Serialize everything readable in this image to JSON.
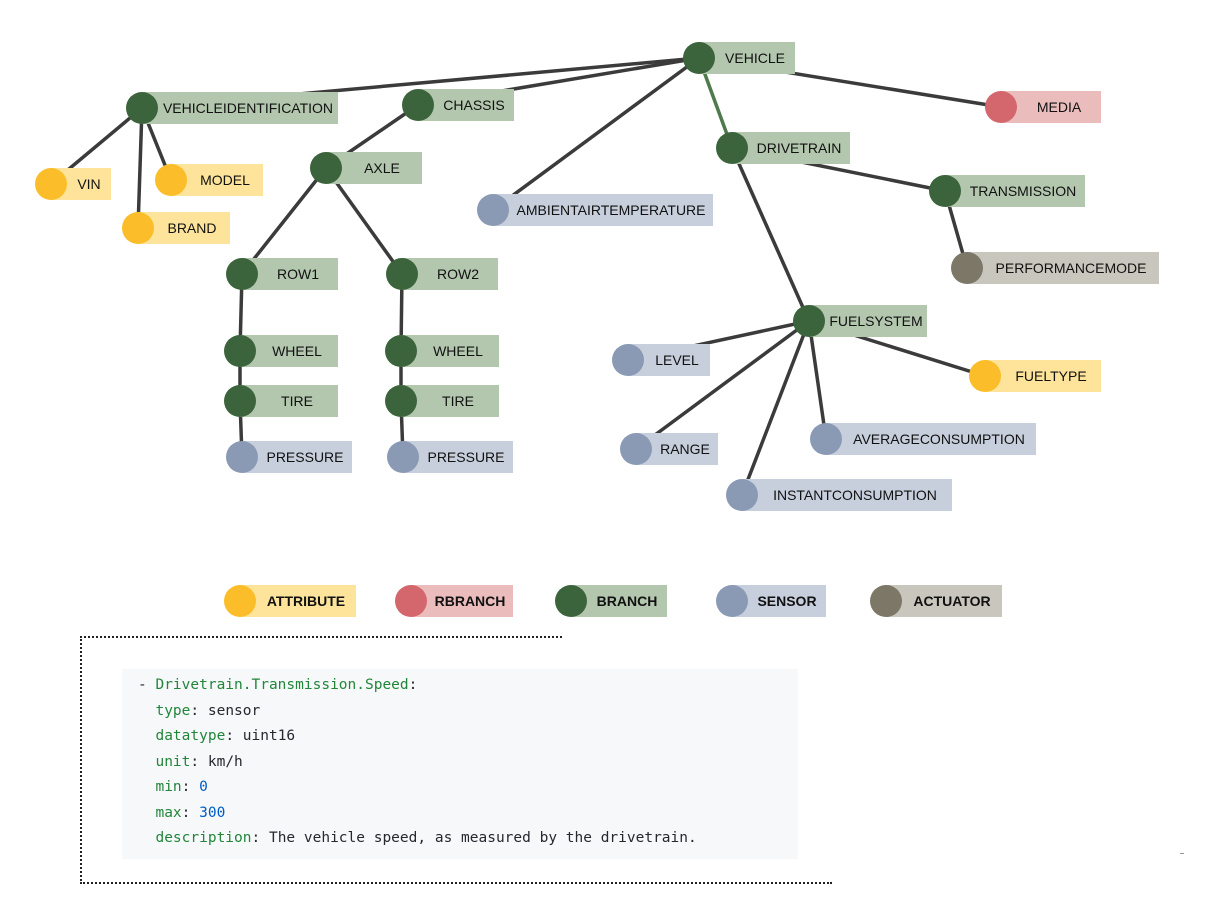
{
  "colors": {
    "attribute": {
      "dot": "#fbbe2a",
      "bg": "#fde49a"
    },
    "rbranch": {
      "dot": "#d4676d",
      "bg": "#ebbcbc"
    },
    "branch": {
      "dot": "#3c643c",
      "bg": "#b3c6ae"
    },
    "sensor": {
      "dot": "#8a9ab5",
      "bg": "#c7cfdc"
    },
    "actuator": {
      "dot": "#7c7767",
      "bg": "#c8c6bd"
    },
    "edge": "#3b3b3b",
    "edge_highlight": "#4e7a4e"
  },
  "tree": {
    "nodes": [
      {
        "id": "vehicle",
        "label": "VEHICLE",
        "type": "branch"
      },
      {
        "id": "vehicleidentification",
        "label": "VEHICLEIDENTIFICATION",
        "type": "branch"
      },
      {
        "id": "chassis",
        "label": "CHASSIS",
        "type": "branch"
      },
      {
        "id": "media",
        "label": "MEDIA",
        "type": "rbranch"
      },
      {
        "id": "vin",
        "label": "VIN",
        "type": "attribute"
      },
      {
        "id": "model",
        "label": "MODEL",
        "type": "attribute"
      },
      {
        "id": "brand",
        "label": "BRAND",
        "type": "attribute"
      },
      {
        "id": "axle",
        "label": "AXLE",
        "type": "branch"
      },
      {
        "id": "ambientairtemperature",
        "label": "AMBIENTAIRTEMPERATURE",
        "type": "sensor"
      },
      {
        "id": "drivetrain",
        "label": "DRIVETRAIN",
        "type": "branch"
      },
      {
        "id": "transmission",
        "label": "TRANSMISSION",
        "type": "branch"
      },
      {
        "id": "performancemode",
        "label": "PERFORMANCEMODE",
        "type": "actuator"
      },
      {
        "id": "row1",
        "label": "ROW1",
        "type": "branch"
      },
      {
        "id": "row2",
        "label": "ROW2",
        "type": "branch"
      },
      {
        "id": "wheel1",
        "label": "WHEEL",
        "type": "branch"
      },
      {
        "id": "wheel2",
        "label": "WHEEL",
        "type": "branch"
      },
      {
        "id": "tire1",
        "label": "TIRE",
        "type": "branch"
      },
      {
        "id": "tire2",
        "label": "TIRE",
        "type": "branch"
      },
      {
        "id": "pressure1",
        "label": "PRESSURE",
        "type": "sensor"
      },
      {
        "id": "pressure2",
        "label": "PRESSURE",
        "type": "sensor"
      },
      {
        "id": "fuelsystem",
        "label": "FUELSYSTEM",
        "type": "branch"
      },
      {
        "id": "level",
        "label": "LEVEL",
        "type": "sensor"
      },
      {
        "id": "fueltype",
        "label": "FUELTYPE",
        "type": "attribute"
      },
      {
        "id": "range",
        "label": "RANGE",
        "type": "sensor"
      },
      {
        "id": "averageconsumption",
        "label": "AVERAGECONSUMPTION",
        "type": "sensor"
      },
      {
        "id": "instantconsumption",
        "label": "INSTANTCONSUMPTION",
        "type": "sensor"
      }
    ],
    "edges": [
      [
        "vehicle",
        "vehicleidentification"
      ],
      [
        "vehicle",
        "chassis"
      ],
      [
        "vehicle",
        "media"
      ],
      [
        "vehicle",
        "ambientairtemperature"
      ],
      [
        "vehicle",
        "drivetrain"
      ],
      [
        "vehicleidentification",
        "vin"
      ],
      [
        "vehicleidentification",
        "brand"
      ],
      [
        "vehicleidentification",
        "model"
      ],
      [
        "chassis",
        "axle"
      ],
      [
        "axle",
        "row1"
      ],
      [
        "axle",
        "row2"
      ],
      [
        "row1",
        "wheel1"
      ],
      [
        "wheel1",
        "tire1"
      ],
      [
        "tire1",
        "pressure1"
      ],
      [
        "row2",
        "wheel2"
      ],
      [
        "wheel2",
        "tire2"
      ],
      [
        "tire2",
        "pressure2"
      ],
      [
        "drivetrain",
        "transmission"
      ],
      [
        "transmission",
        "performancemode"
      ],
      [
        "drivetrain",
        "fuelsystem"
      ],
      [
        "fuelsystem",
        "level"
      ],
      [
        "fuelsystem",
        "fueltype"
      ],
      [
        "fuelsystem",
        "range"
      ],
      [
        "fuelsystem",
        "averageconsumption"
      ],
      [
        "fuelsystem",
        "instantconsumption"
      ]
    ],
    "highlighted_edge": [
      "vehicle",
      "drivetrain"
    ]
  },
  "legend": [
    {
      "label": "ATTRIBUTE",
      "type": "attribute"
    },
    {
      "label": "RBRANCH",
      "type": "rbranch"
    },
    {
      "label": "BRANCH",
      "type": "branch"
    },
    {
      "label": "SENSOR",
      "type": "sensor"
    },
    {
      "label": "ACTUATOR",
      "type": "actuator"
    }
  ],
  "code": {
    "path": "Drivetrain.Transmission.Speed",
    "type_key": "type",
    "type_value": "sensor",
    "datatype_key": "datatype",
    "datatype_value": "uint16",
    "unit_key": "unit",
    "unit_value": "km/h",
    "min_key": "min",
    "min_value": "0",
    "max_key": "max",
    "max_value": "300",
    "description_key": "description",
    "description_value": "The vehicle speed, as measured by the drivetrain."
  }
}
